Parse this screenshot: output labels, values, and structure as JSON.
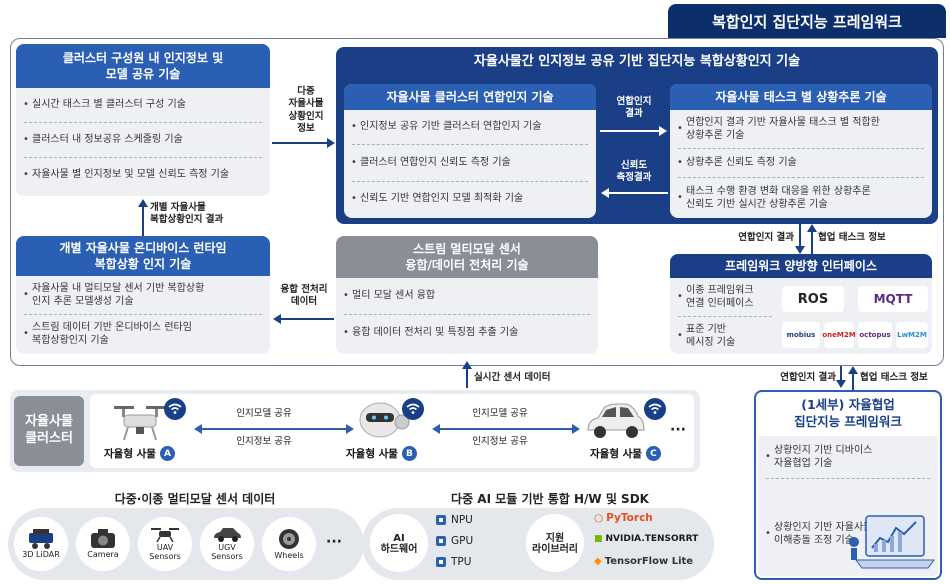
{
  "title": "복합인지 집단지능 프레임워크",
  "cluster_card": {
    "title": "클러스터 구성원 내 인지정보 및\n모델 공유 기술",
    "items": [
      "실시간 태스크 별 클러스터 구성 기술",
      "클러스터 내 정보공유 스케줄링 기술",
      "자율사물 별 인지정보 및 모델 신뢰도 측정 기술"
    ]
  },
  "ondevice_card": {
    "title": "개별 자율사물 온디바이스 런타임\n복합상황 인지 기술",
    "items": [
      "자율사물 내 멀티모달 센서 기반 복합상황\n인지 추론 모델생성 기술",
      "스트림 데이터 기반 온디바이스 런타임\n복합상황인지 기술"
    ]
  },
  "big_card": {
    "title": "자율사물간 인지정보 공유 기반 집단지능 복합상황인지 기술"
  },
  "federated_card": {
    "title": "자율사물 클러스터 연합인지 기술",
    "items": [
      "인지정보 공유 기반 클러스터 연합인지 기술",
      "클러스터 연합인지 신뢰도 측정 기술",
      "신뢰도 기반 연합인지 모델 최적화 기술"
    ]
  },
  "reasoning_card": {
    "title": "자율사물 태스크 별 상황추론 기술",
    "items": [
      "연합인지 결과 기반 자율사물 태스크 별 적합한\n상황추론 기술",
      "상황추론 신뢰도 측정 기술",
      "태스크 수행 환경 변화 대응을 위한 상황추론\n신뢰도 기반 실시간 상황추론 기술"
    ]
  },
  "stream_card": {
    "title": "스트림 멀티모달 센서\n융합/데이터 전처리 기술",
    "items": [
      "멀티 모달 센서 융합",
      "융합 데이터 전처리 및 특징점 추출 기술"
    ]
  },
  "interface_card": {
    "title": "프레임워크 양방향 인터페이스",
    "items": [
      "이종 프레임워크\n연결 인터페이스",
      "표준 기반\n메시징 기술"
    ],
    "logos": [
      "ROS",
      "MQTT",
      "mobius",
      "oneM2M",
      "octopus",
      "LwM2M"
    ]
  },
  "labels": {
    "multi_agent_info": "다중\n자율사물\n상황인지\n정보",
    "cluster_result": "개별 자율사물\n복합상황인지 결과",
    "fusion_data": "융합 전처리\n데이터",
    "federated_result_1": "연합인지\n결과",
    "reliability_result": "신뢰도\n측정결과",
    "federated_result_2": "연합인지 결과",
    "federated_task_2": "협업 태스크 정보",
    "realtime_sensor": "실시간 센서 데이터",
    "federated_result_3": "연합인지 결과",
    "federated_task_3": "협업 태스크 정보"
  },
  "cluster_panel": {
    "label": "자율사물\n클러스터",
    "share_model_1": "인지모델 공유",
    "share_info_1": "인지정보 공유",
    "share_model_2": "인지모델 공유",
    "share_info_2": "인지정보 공유",
    "agents": [
      {
        "label": "자율형 사물",
        "badge": "A"
      },
      {
        "label": "자율형 사물",
        "badge": "B"
      },
      {
        "label": "자율형 사물",
        "badge": "C"
      }
    ],
    "ellipsis": "···"
  },
  "subproject": {
    "title": "(1세부) 자율협업\n집단지능 프레임워크",
    "items": [
      "상황인지 기반 디바이스\n자율협업 기술",
      "상황인지 기반 자율사물간\n이해충돌 조정 기술"
    ]
  },
  "sensors": {
    "title": "다중·이종 멀티모달 센서 데이터",
    "items": [
      "3D LiDAR",
      "Camera",
      "UAV\nSensors",
      "UGV\nSensors",
      "Wheels"
    ],
    "ellipsis": "···"
  },
  "ai_hw": {
    "title": "다중 AI 모듈 기반 통합 H/W 및 SDK",
    "hw_label": "AI\n하드웨어",
    "chips": [
      "NPU",
      "GPU",
      "TPU"
    ],
    "lib_label": "지원\n라이브러리",
    "libs": [
      "PyTorch",
      "NVIDIA.TENSORRT",
      "TensorFlow Lite"
    ]
  },
  "colors": {
    "navy": "#0c2f6b",
    "blue": "#2a5fb3",
    "gray": "#8a8f97"
  }
}
